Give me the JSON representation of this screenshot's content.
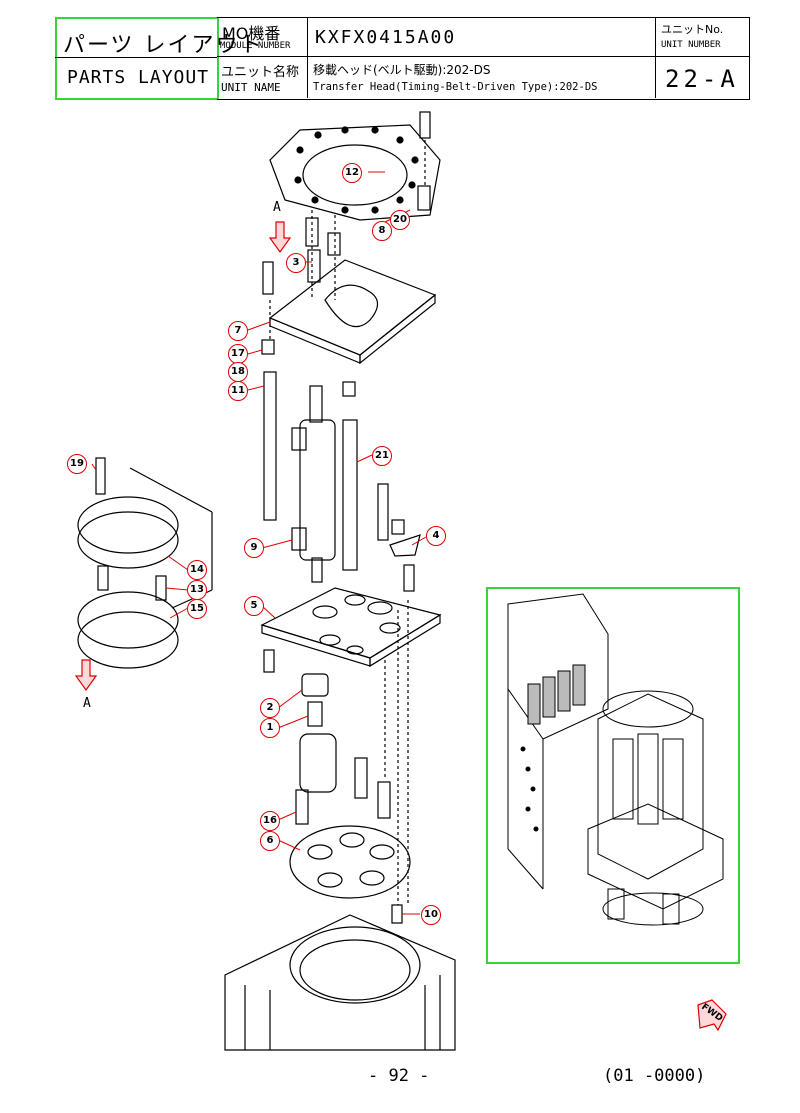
{
  "title_block": {
    "parts_layout_jp": "パーツ レイアウト",
    "parts_layout_en": "PARTS LAYOUT",
    "module_label_jp": "MO機番",
    "module_label_en": "MODULE NUMBER",
    "module_number": "KXFX0415A00",
    "unit_name_label_jp": "ユニット名称",
    "unit_name_label_en": "UNIT NAME",
    "unit_name_jp": "移載ヘッド(ベルト駆動):202-DS",
    "unit_name_en": "Transfer Head(Timing-Belt-Driven Type):202-DS",
    "unit_no_label_jp": "ユニットNo.",
    "unit_no_label_en": "UNIT NUMBER",
    "unit_number": "22-A"
  },
  "callouts": [
    "12",
    "20",
    "8",
    "3",
    "7",
    "17",
    "18",
    "11",
    "21",
    "4",
    "9",
    "5",
    "2",
    "1",
    "16",
    "6",
    "10",
    "19",
    "14",
    "13",
    "15"
  ],
  "view_labels": {
    "top": "A",
    "bottom": "A",
    "fwd": "FWD"
  },
  "footer": {
    "page": "- 92 -",
    "code": "(01 -0000)"
  },
  "colors": {
    "frame_green": "#3ad33a",
    "callout_red": "#e00000",
    "line": "#000000"
  }
}
